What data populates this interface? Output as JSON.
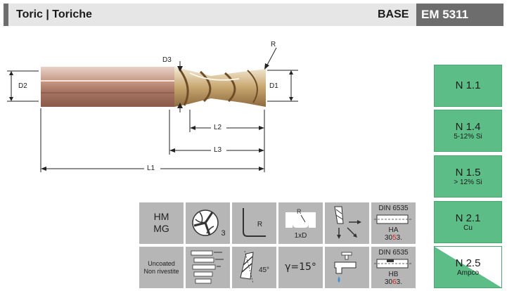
{
  "header": {
    "title": "Toric | Toriche",
    "base_label": "BASE",
    "product_code": "EM 5311"
  },
  "drawing": {
    "labels": {
      "r": "R",
      "d3": "D3",
      "d2": "D2",
      "d1": "D1",
      "l2": "L2",
      "l3": "L3",
      "l1": "L1"
    }
  },
  "materials": [
    {
      "code": "N 1.1",
      "note": ""
    },
    {
      "code": "N 1.4",
      "note": "5-12% Si"
    },
    {
      "code": "N 1.5",
      "note": "> 12% Si"
    },
    {
      "code": "N 2.1",
      "note": "Cu"
    },
    {
      "code": "N 2.5",
      "note": "Ampco"
    }
  ],
  "specs": {
    "row1": {
      "grade_line1": "HM",
      "grade_line2": "MG",
      "flutes": "3",
      "corner": "R",
      "depth": "1xD",
      "din": "DIN 6535",
      "shank": "HA",
      "shank_code_a": "30",
      "shank_code_b": "5",
      "shank_code_c": "3."
    },
    "row2": {
      "coating_line1": "Uncoated",
      "coating_line2": "Non rivestite",
      "helix": "45°",
      "rake": "γ=15°",
      "din": "DIN 6535",
      "shank": "HB",
      "shank_code_a": "30",
      "shank_code_b": "6",
      "shank_code_c": "3."
    }
  },
  "colors": {
    "green": "#5dbd86",
    "grey_header": "#6d6d6d",
    "grey_cell": "#b6b6b6",
    "highlight_red": "#e2231a"
  }
}
